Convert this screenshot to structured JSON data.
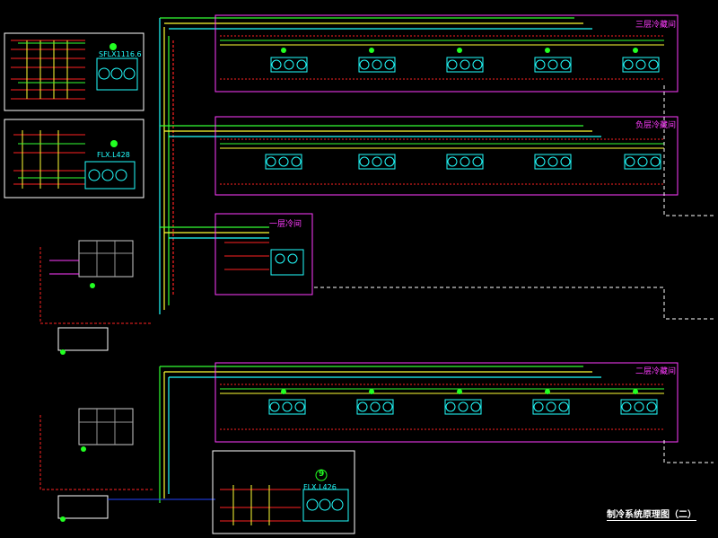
{
  "drawing_title": "制冷系统原理图（二）",
  "rooms": {
    "floor3": "三层冷藏间",
    "basement": "负层冷藏间",
    "floor1": "一层冷间",
    "floor2": "二层冷藏间"
  },
  "equipment": {
    "condenser_a_model": "SFLX1116.6",
    "condenser_b_model": "FLX.L428",
    "condenser_c_model": "FLX.L426",
    "condenser_c_tag": "9"
  },
  "colors": {
    "background": "#000000",
    "room_border": "#ff3cff",
    "liquid_line": "#ffff33",
    "suction_line": "#22ffff",
    "return_line": "#33ff33",
    "defrost_line": "#ff2222",
    "drain_line": "#ffffff",
    "equipment": "#22ffff"
  }
}
